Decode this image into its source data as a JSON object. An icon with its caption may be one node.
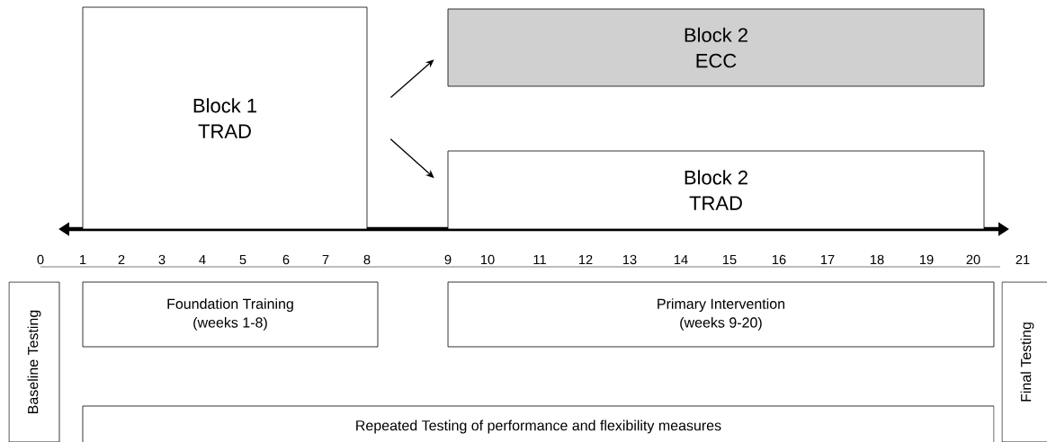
{
  "diagram": {
    "nodes": [
      {
        "text": [
          "Block 1",
          "TRAD"
        ]
      },
      {
        "text": [
          "Block 2",
          "ECC"
        ]
      },
      {
        "text": [
          "Block 2",
          "TRAD"
        ]
      },
      {
        "text": [
          "Baseline Testing"
        ]
      },
      {
        "text": [
          "Foundation Training",
          "(weeks 1-8)"
        ]
      },
      {
        "text": [
          "Primary Intervention",
          "(weeks 9-20)"
        ]
      },
      {
        "text": [
          "Final Testing"
        ]
      },
      {
        "text": [
          "Repeated Testing of performance and flexibility measures"
        ]
      }
    ],
    "edges": [
      {
        "from": 0,
        "to": 1,
        "arrow": "to"
      },
      {
        "from": 0,
        "to": 2,
        "arrow": "to"
      }
    ],
    "labels": [
      "0",
      "1",
      "2",
      "3",
      "4",
      "5",
      "6",
      "7",
      "8",
      "9",
      "10",
      "11",
      "12",
      "13",
      "14",
      "15",
      "16",
      "17",
      "18",
      "19",
      "20",
      "21"
    ]
  }
}
